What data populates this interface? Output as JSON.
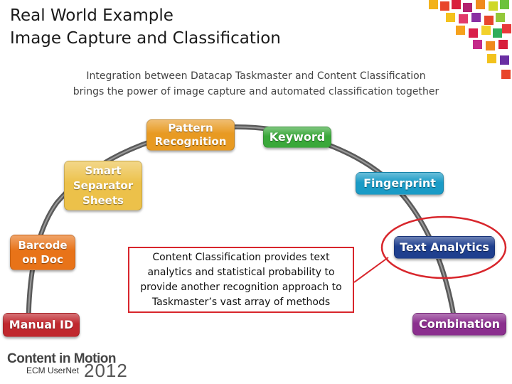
{
  "slide": {
    "title_line1": "Real World Example",
    "title_line2": "Image Capture and Classification",
    "subtitle_line1": "Integration between Datacap Taskmaster and Content Classification",
    "subtitle_line2": "brings the power of image capture and automated classification together"
  },
  "methods": [
    {
      "label": "Manual ID",
      "color": "#c0282e"
    },
    {
      "label": "Barcode on Doc",
      "color": "#e87318"
    },
    {
      "label": "Smart Separator Sheets",
      "color": "#ecc14a"
    },
    {
      "label": "Pattern Recognition",
      "color": "#e89a22"
    },
    {
      "label": "Keyword",
      "color": "#3aa83a"
    },
    {
      "label": "Fingerprint",
      "color": "#1a9bc6"
    },
    {
      "label": "Text Analytics",
      "color": "#1f3f8e"
    },
    {
      "label": "Combination",
      "color": "#8b2f8e"
    }
  ],
  "callout": {
    "text": "Content Classification provides text analytics and statistical probability to provide another recognition approach to Taskmaster’s vast array of methods",
    "border_color": "#d8262c"
  },
  "logo": {
    "line1": "Content in Motion",
    "line2": "ECM UserNet",
    "year": "2012"
  }
}
